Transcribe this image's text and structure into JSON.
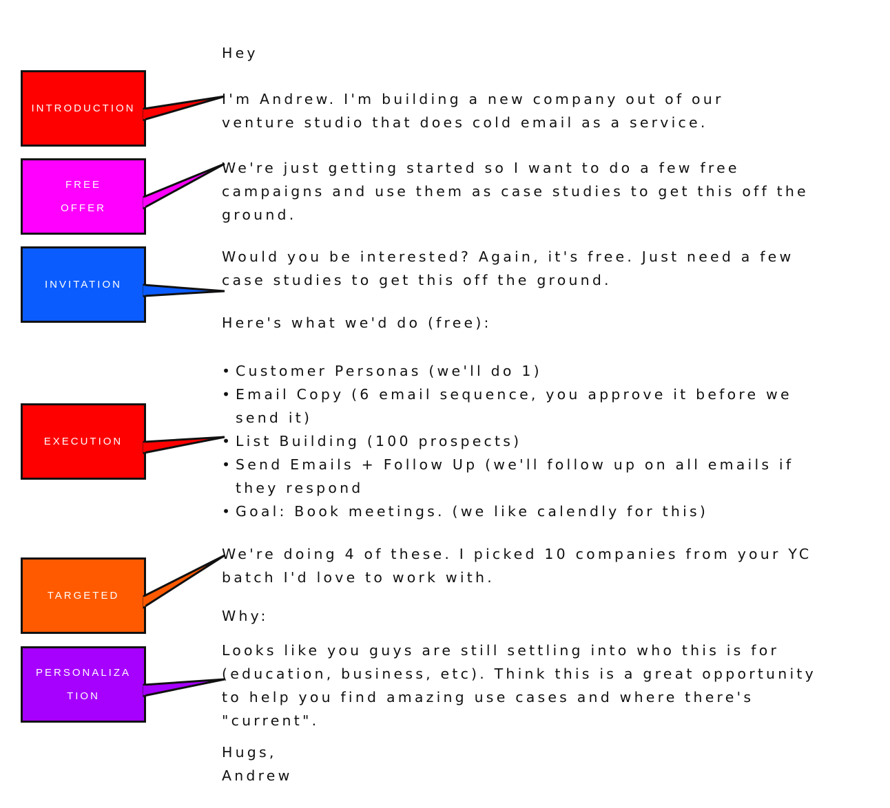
{
  "callouts": [
    {
      "lines": [
        "INTRODUCTION"
      ],
      "color": "#ff0000"
    },
    {
      "lines": [
        "FREE",
        "OFFER"
      ],
      "color": "#ff00ff"
    },
    {
      "lines": [
        "INVITATION"
      ],
      "color": "#0b5cff"
    },
    {
      "lines": [
        "EXECUTION"
      ],
      "color": "#ff0000"
    },
    {
      "lines": [
        "TARGETED"
      ],
      "color": "#ff5a00"
    },
    {
      "lines": [
        "PERSONALIZA",
        "TION"
      ],
      "color": "#a600ff"
    }
  ],
  "email": {
    "greeting": "Hey",
    "intro": [
      "I'm Andrew. I'm building a new company out of our",
      "venture studio that does cold email as a service."
    ],
    "offer": [
      "We're just getting started so I want to do a few free",
      "campaigns and use them as case studies to get this off the",
      "ground."
    ],
    "invitation": [
      "Would you be interested? Again, it's free. Just need a few",
      "case studies to get this off the ground."
    ],
    "lead_in": "Here's what we'd do (free):",
    "bullets": [
      [
        "Customer Personas (we'll do 1)"
      ],
      [
        "Email Copy (6 email sequence, you approve it before we",
        "send it)"
      ],
      [
        "List Building (100 prospects)"
      ],
      [
        "Send Emails + Follow Up (we'll follow up on all emails if",
        "they respond"
      ],
      [
        "Goal: Book meetings. (we like calendly for this)"
      ]
    ],
    "targeted": [
      "We're doing 4 of these. I picked 10 companies from your YC",
      "batch I'd love to work with."
    ],
    "why": "Why:",
    "personalization": [
      "Looks like you guys are still settling into who this is for",
      "(education, business, etc). Think this is a great opportunity",
      "to help you find amazing use cases and where there's",
      "\"current\"."
    ],
    "signoff": [
      "Hugs,",
      "Andrew"
    ]
  }
}
